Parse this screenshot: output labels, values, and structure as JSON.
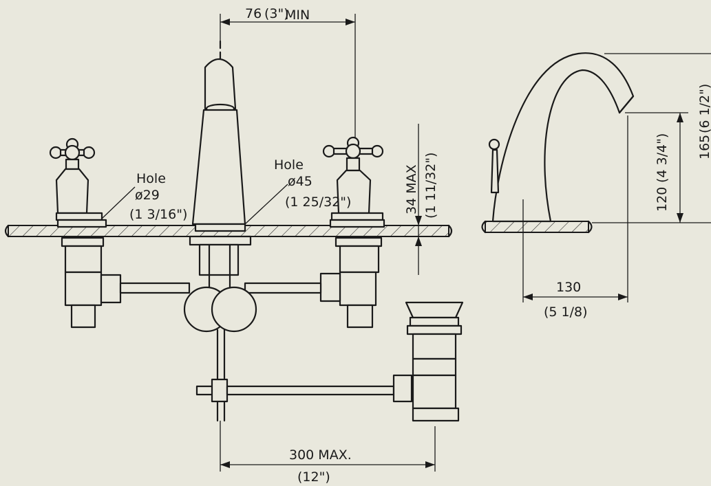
{
  "dimensions": {
    "spout_offset": {
      "value": "76",
      "paren": "(3\")",
      "note": "MIN"
    },
    "left_hole": {
      "label": "Hole",
      "diameter": "ø29",
      "imperial": "(1 3/16\")"
    },
    "center_hole": {
      "label": "Hole",
      "diameter": "ø45",
      "imperial": "(1 25/32\")"
    },
    "deck_thickness": {
      "value": "34 MAX",
      "imperial": "(1 11/32\")"
    },
    "spout_reach": {
      "value": "130",
      "imperial": "(5 1/8)"
    },
    "spout_height": {
      "value": "120",
      "imperial": "(4 3/4\")"
    },
    "overall_height": {
      "value": "165",
      "imperial": "(6 1/2\")"
    },
    "tap_spread": {
      "value": "300 MAX.",
      "imperial": "(12\")"
    }
  }
}
